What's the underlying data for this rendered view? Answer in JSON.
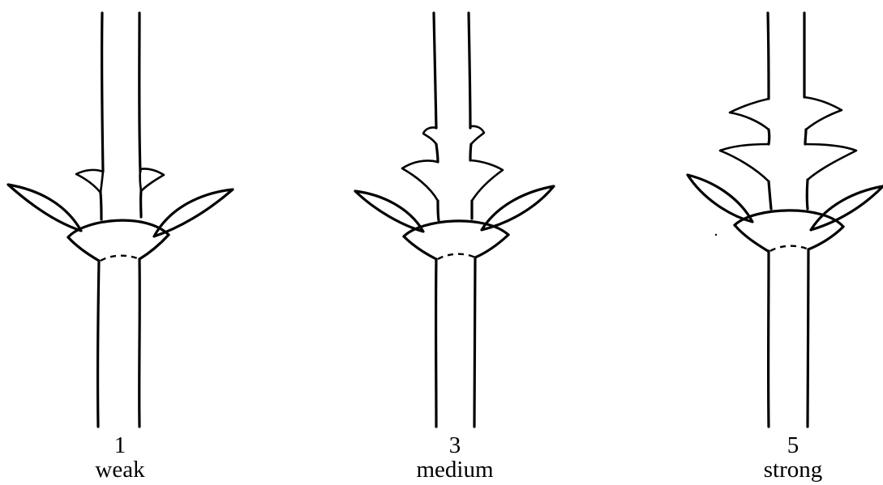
{
  "figure": {
    "panels": [
      {
        "id": "p1",
        "value": "1",
        "label": "weak"
      },
      {
        "id": "p3",
        "value": "3",
        "label": "medium"
      },
      {
        "id": "p5",
        "value": "5",
        "label": "strong"
      }
    ]
  }
}
